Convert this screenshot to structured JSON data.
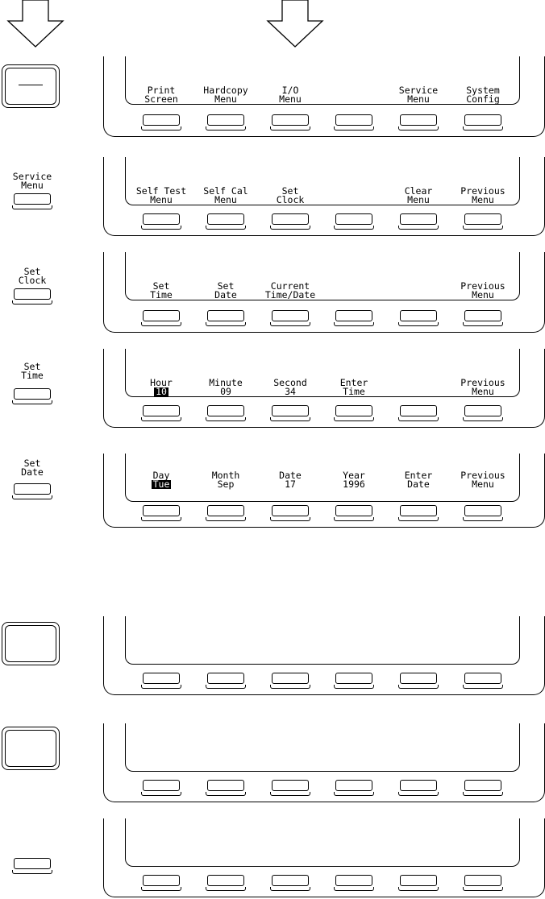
{
  "left_keys": [
    {
      "type": "big-dash"
    },
    {
      "type": "small",
      "line1": "Service",
      "line2": "Menu"
    },
    {
      "type": "small",
      "line1": "Set",
      "line2": "Clock"
    },
    {
      "type": "small",
      "line1": "Set",
      "line2": "Time"
    },
    {
      "type": "small",
      "line1": "Set",
      "line2": "Date"
    },
    {
      "type": "big"
    },
    {
      "type": "big"
    },
    {
      "type": "small"
    }
  ],
  "panels": [
    {
      "labels": [
        {
          "line1": "Print",
          "line2": "Screen"
        },
        {
          "line1": "Hardcopy",
          "line2": "Menu"
        },
        {
          "line1": "I/O",
          "line2": "Menu"
        },
        {
          "line1": "",
          "line2": ""
        },
        {
          "line1": "Service",
          "line2": "Menu"
        },
        {
          "line1": "System",
          "line2": "Config"
        }
      ]
    },
    {
      "labels": [
        {
          "line1": "Self Test",
          "line2": "Menu"
        },
        {
          "line1": "Self Cal",
          "line2": "Menu"
        },
        {
          "line1": "Set",
          "line2": "Clock"
        },
        {
          "line1": "",
          "line2": ""
        },
        {
          "line1": "Clear",
          "line2": "Menu"
        },
        {
          "line1": "Previous",
          "line2": "Menu"
        }
      ]
    },
    {
      "labels": [
        {
          "line1": "Set",
          "line2": "Time"
        },
        {
          "line1": "Set",
          "line2": "Date"
        },
        {
          "line1": "Current",
          "line2": "Time/Date"
        },
        {
          "line1": "",
          "line2": ""
        },
        {
          "line1": "",
          "line2": ""
        },
        {
          "line1": "Previous",
          "line2": "Menu"
        }
      ]
    },
    {
      "labels": [
        {
          "line1": "Hour",
          "line2": "10",
          "highlight": true
        },
        {
          "line1": "Minute",
          "line2": "09"
        },
        {
          "line1": "Second",
          "line2": "34"
        },
        {
          "line1": "Enter",
          "line2": "Time"
        },
        {
          "line1": "",
          "line2": ""
        },
        {
          "line1": "Previous",
          "line2": "Menu"
        }
      ]
    },
    {
      "labels": [
        {
          "line1": "Day",
          "line2": "Tue",
          "highlight": true
        },
        {
          "line1": "Month",
          "line2": "Sep"
        },
        {
          "line1": "Date",
          "line2": "17"
        },
        {
          "line1": "Year",
          "line2": "1996"
        },
        {
          "line1": "Enter",
          "line2": "Date"
        },
        {
          "line1": "Previous",
          "line2": "Menu"
        }
      ]
    },
    {
      "labels": []
    },
    {
      "labels": []
    },
    {
      "labels": []
    }
  ],
  "icons": {
    "arrow": "down-arrow-icon"
  }
}
